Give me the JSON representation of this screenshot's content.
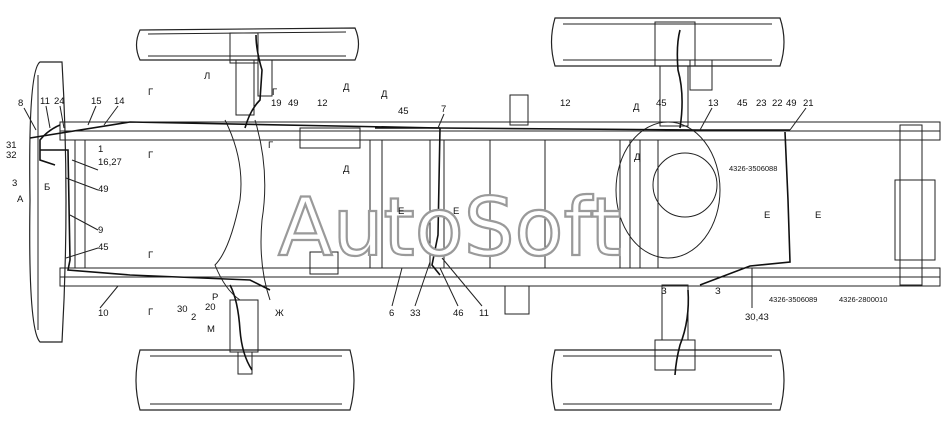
{
  "watermark": "AutoSoft",
  "labels": {
    "l8": "8",
    "l11": "11",
    "l24": "24",
    "l15": "15",
    "l14": "14",
    "l31": "31",
    "l32": "32",
    "l1": "1",
    "l1627": "16,27",
    "l3": "3",
    "lB": "Б",
    "lA": "А",
    "l49a": "49",
    "l9": "9",
    "l45a": "45",
    "l10": "10",
    "lGa": "Г",
    "lGb": "Г",
    "lGc": "Г",
    "lGd": "Г",
    "lGe": "Г",
    "lGf": "Г",
    "lL": "Л",
    "l19": "19",
    "l49b": "49",
    "l12a": "12",
    "lDa": "Д",
    "lDb": "Д",
    "lDc": "Д",
    "lDd": "Д",
    "lDe": "Д",
    "l45b": "45",
    "l7": "7",
    "l12b": "12",
    "l45c": "45",
    "l13a": "13",
    "l45d": "45",
    "l23": "23",
    "l22": "22",
    "l49c": "49",
    "l21": "21",
    "p3506088": "4326-3506088",
    "lEa": "Е",
    "lEb": "Е",
    "lEc": "Е",
    "lEd": "Е",
    "lR": "Р",
    "l30a": "30",
    "l20": "20",
    "l2": "2",
    "lM": "М",
    "lZh": "Ж",
    "l6": "6",
    "l33": "33",
    "l46": "46",
    "l11b": "11",
    "lZa": "З",
    "lZb": "З",
    "l3043": "30,43",
    "p3506089": "4326-3506089",
    "p2800010": "4326-2800010"
  }
}
